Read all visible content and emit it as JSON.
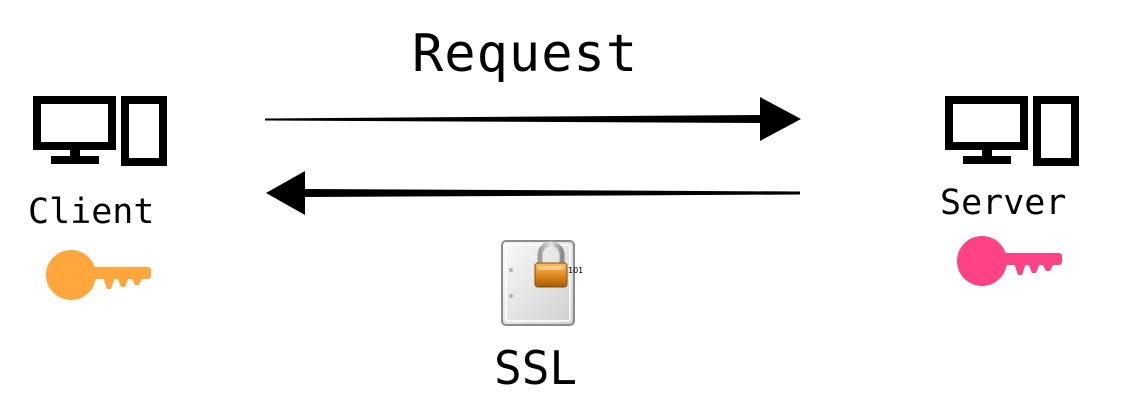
{
  "request": {
    "label": "Request"
  },
  "client": {
    "label": "Client",
    "icon": "computer-icon",
    "key_icon": "key-icon",
    "key_color": "#FFA63C"
  },
  "server": {
    "label": "Server",
    "icon": "computer-icon",
    "key_icon": "key-icon",
    "key_color": "#FF4285"
  },
  "ssl": {
    "label": "SSL",
    "icon": "ssl-certificate-lock-icon",
    "icon_text": "101",
    "lock_color": "#E08A1C"
  },
  "arrows": {
    "request_direction": "client-to-server",
    "response_direction": "server-to-client",
    "color": "#000000"
  }
}
